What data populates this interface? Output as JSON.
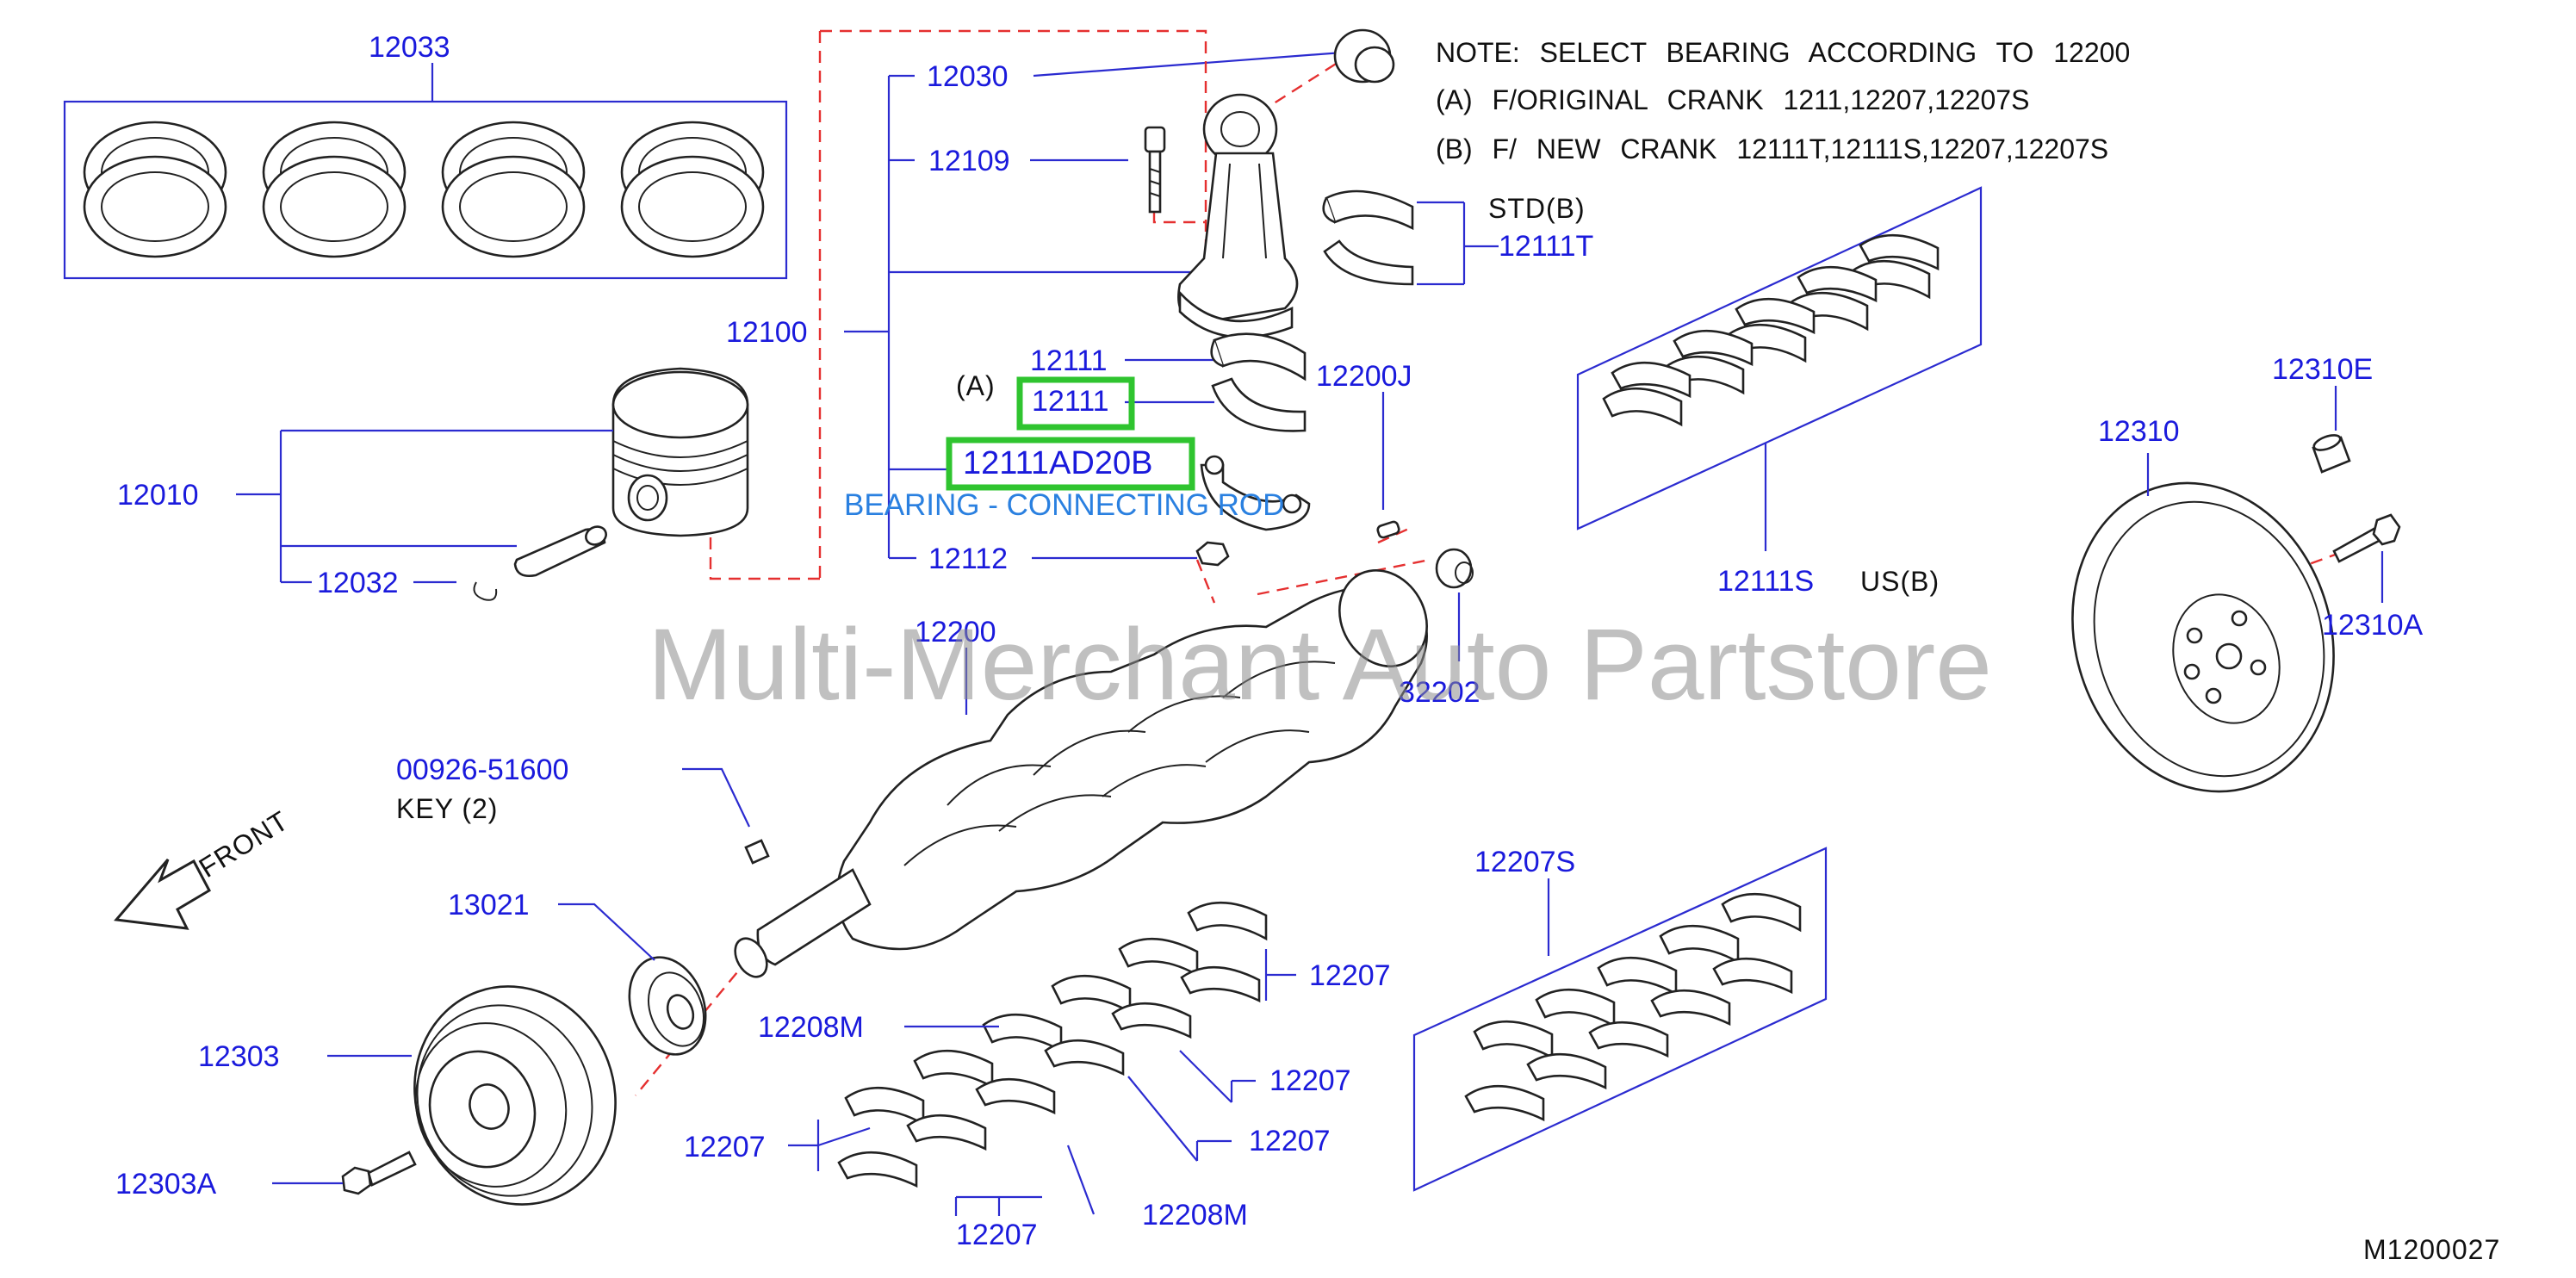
{
  "note": {
    "line1": "NOTE: SELECT BEARING ACCORDING TO 12200",
    "line2": "(A) F/ORIGINAL CRANK 1211,12207,12207S",
    "line3": "(B) F/ NEW CRANK 12111T,12111S,12207,12207S"
  },
  "labels": {
    "p12033": "12033",
    "p12030": "12030",
    "p12109": "12109",
    "p12100": "12100",
    "p12111_top": "12111",
    "p12111_hl": "12111",
    "variant_a": "(A)",
    "p12111AD20B": "12111AD20B",
    "caption": "BEARING - CONNECTING ROD",
    "p12112": "12112",
    "p12010": "12010",
    "p12032": "12032",
    "std_b": "STD(B)",
    "p12111T": "12111T",
    "p12200J": "12200J",
    "p12111S": "12111S",
    "us_b": "US(B)",
    "p12310E": "12310E",
    "p12310": "12310",
    "p12310A": "12310A",
    "p12200": "12200",
    "p32202": "32202",
    "p00926": "00926-51600",
    "key": "KEY (2)",
    "front": "FRONT",
    "p13021": "13021",
    "p12303": "12303",
    "p12303A": "12303A",
    "p12207S": "12207S",
    "p12207_a": "12207",
    "p12208M_a": "12208M",
    "p12207_b": "12207",
    "p12207_c": "12207",
    "p12207_d": "12207",
    "p12207_e": "12207",
    "p12208M_b": "12208M",
    "diagram_id": "M1200027"
  },
  "watermark": "Multi-Merchant Auto Partstore",
  "colors": {
    "label": "#1a1adc",
    "highlight": "#2fc42f",
    "caption": "#2a80e0",
    "dashed_line": "#e53030"
  }
}
